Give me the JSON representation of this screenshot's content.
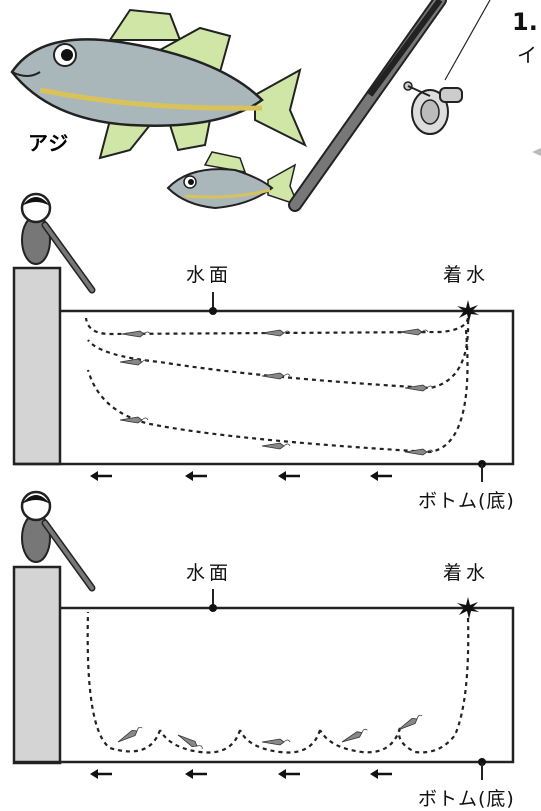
{
  "fish_label": "アジ",
  "step_number": "1.",
  "step_text_fragment": "イ",
  "diagrams": [
    {
      "surface_label": "水面",
      "splash_label": "着水",
      "bottom_label": "ボトム(底)"
    },
    {
      "surface_label": "水面",
      "splash_label": "着水",
      "bottom_label": "ボトム(底)"
    }
  ],
  "colors": {
    "ink": "#111111",
    "pier": "#d4d4d4",
    "fish_body": "#9fb0b5",
    "fish_fin": "#cfe6a6",
    "rod": "#555555"
  },
  "icons": [
    "fish-large-icon",
    "fish-small-icon",
    "fishing-rod-icon",
    "angler-icon",
    "splash-icon",
    "lure-icon",
    "arrow-left-icon"
  ]
}
